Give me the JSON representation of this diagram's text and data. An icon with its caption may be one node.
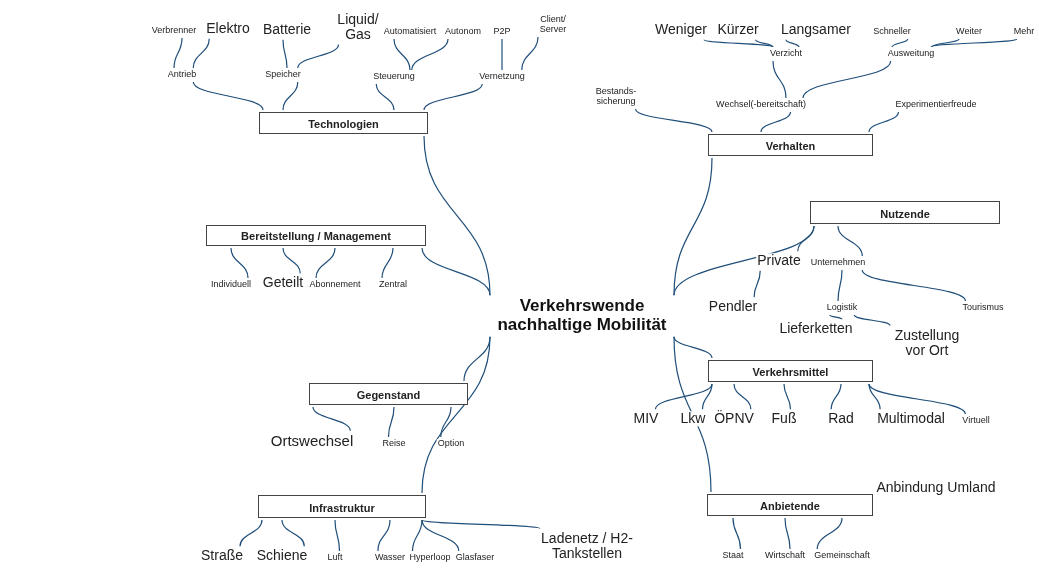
{
  "diagram": {
    "nodes": [
      {
        "text": [
          "Verkehrswende nachhaltige Mobilität"
        ]
      },
      {
        "text": [
          "Technologien"
        ]
      },
      {
        "text": [
          "Antrieb"
        ]
      },
      {
        "text": [
          "Verbrenner"
        ]
      },
      {
        "text": [
          "Elektro"
        ]
      },
      {
        "text": [
          "Speicher"
        ]
      },
      {
        "text": [
          "Batterie"
        ]
      },
      {
        "text": [
          "Liquid/ Gas"
        ]
      },
      {
        "text": [
          "Steuerung"
        ]
      },
      {
        "text": [
          "Automatisiert"
        ]
      },
      {
        "text": [
          "Autonom"
        ]
      },
      {
        "text": [
          "Vernetzung"
        ]
      },
      {
        "text": [
          "P2P"
        ]
      },
      {
        "text": [
          "Client/ Server"
        ]
      },
      {
        "text": [
          "Verhalten"
        ]
      },
      {
        "text": [
          "Bestands- sicherung"
        ]
      },
      {
        "text": [
          "Wechsel(-bereitschaft)"
        ]
      },
      {
        "text": [
          "Verzicht"
        ]
      },
      {
        "text": [
          "Weniger"
        ]
      },
      {
        "text": [
          "Kürzer"
        ]
      },
      {
        "text": [
          "Langsamer"
        ]
      },
      {
        "text": [
          "Ausweitung"
        ]
      },
      {
        "text": [
          "Schneller"
        ]
      },
      {
        "text": [
          "Weiter"
        ]
      },
      {
        "text": [
          "Mehr"
        ]
      },
      {
        "text": [
          "Experimentierfreude"
        ]
      },
      {
        "text": [
          "Nutzende"
        ]
      },
      {
        "text": [
          "Private"
        ]
      },
      {
        "text": [
          "Unternehmen"
        ]
      },
      {
        "text": [
          "Pendler"
        ]
      },
      {
        "text": [
          "Logistik"
        ]
      },
      {
        "text": [
          "Tourismus"
        ]
      },
      {
        "text": [
          "Lieferketten"
        ]
      },
      {
        "text": [
          "Zustellung vor Ort"
        ]
      },
      {
        "text": [
          "Verkehrsmittel"
        ]
      },
      {
        "text": [
          "MIV"
        ]
      },
      {
        "text": [
          "Lkw"
        ]
      },
      {
        "text": [
          "ÖPNV"
        ]
      },
      {
        "text": [
          "Fuß"
        ]
      },
      {
        "text": [
          "Rad"
        ]
      },
      {
        "text": [
          "Multimodal"
        ]
      },
      {
        "text": [
          "Virtuell"
        ]
      },
      {
        "text": [
          "Bereitstellung / Management"
        ]
      },
      {
        "text": [
          "Individuell"
        ]
      },
      {
        "text": [
          "Geteilt"
        ]
      },
      {
        "text": [
          "Abonnement"
        ]
      },
      {
        "text": [
          "Zentral"
        ]
      },
      {
        "text": [
          "Gegenstand"
        ]
      },
      {
        "text": [
          "Ortswechsel"
        ]
      },
      {
        "text": [
          "Reise"
        ]
      },
      {
        "text": [
          "Option"
        ]
      },
      {
        "text": [
          "Infrastruktur"
        ]
      },
      {
        "text": [
          "Straße"
        ]
      },
      {
        "text": [
          "Schiene"
        ]
      },
      {
        "text": [
          "Luft"
        ]
      },
      {
        "text": [
          "Wasser"
        ]
      },
      {
        "text": [
          "Hyperloop"
        ]
      },
      {
        "text": [
          "Glasfaser"
        ]
      },
      {
        "text": [
          "Ladenetz / H2- Tankstellen"
        ]
      },
      {
        "text": [
          "Anbietende"
        ]
      },
      {
        "text": [
          "Staat"
        ]
      },
      {
        "text": [
          "Wirtschaft"
        ]
      },
      {
        "text": [
          "Gemeinschaft"
        ]
      }
    ],
    "edges": [
      {
        "from": 0,
        "to": 1,
        "arrow": "none"
      },
      {
        "from": 1,
        "to": 2,
        "arrow": "none"
      },
      {
        "from": 2,
        "to": 3,
        "arrow": "none"
      },
      {
        "from": 2,
        "to": 4,
        "arrow": "none"
      },
      {
        "from": 1,
        "to": 5,
        "arrow": "none"
      },
      {
        "from": 5,
        "to": 6,
        "arrow": "none"
      },
      {
        "from": 5,
        "to": 7,
        "arrow": "none"
      },
      {
        "from": 1,
        "to": 8,
        "arrow": "none"
      },
      {
        "from": 8,
        "to": 9,
        "arrow": "none"
      },
      {
        "from": 8,
        "to": 10,
        "arrow": "none"
      },
      {
        "from": 1,
        "to": 11,
        "arrow": "none"
      },
      {
        "from": 11,
        "to": 12,
        "arrow": "none"
      },
      {
        "from": 11,
        "to": 13,
        "arrow": "none"
      },
      {
        "from": 0,
        "to": 14,
        "arrow": "none"
      },
      {
        "from": 14,
        "to": 15,
        "arrow": "none"
      },
      {
        "from": 14,
        "to": 16,
        "arrow": "none"
      },
      {
        "from": 16,
        "to": 17,
        "arrow": "none"
      },
      {
        "from": 17,
        "to": 18,
        "arrow": "none"
      },
      {
        "from": 17,
        "to": 19,
        "arrow": "none"
      },
      {
        "from": 17,
        "to": 20,
        "arrow": "none"
      },
      {
        "from": 16,
        "to": 21,
        "arrow": "none"
      },
      {
        "from": 21,
        "to": 22,
        "arrow": "none"
      },
      {
        "from": 21,
        "to": 23,
        "arrow": "none"
      },
      {
        "from": 21,
        "to": 24,
        "arrow": "none"
      },
      {
        "from": 14,
        "to": 25,
        "arrow": "none"
      },
      {
        "from": 0,
        "to": 26,
        "arrow": "none"
      },
      {
        "from": 26,
        "to": 27,
        "arrow": "none"
      },
      {
        "from": 26,
        "to": 28,
        "arrow": "none"
      },
      {
        "from": 27,
        "to": 29,
        "arrow": "none"
      },
      {
        "from": 28,
        "to": 30,
        "arrow": "none"
      },
      {
        "from": 28,
        "to": 31,
        "arrow": "none"
      },
      {
        "from": 30,
        "to": 32,
        "arrow": "none"
      },
      {
        "from": 30,
        "to": 33,
        "arrow": "none"
      },
      {
        "from": 0,
        "to": 34,
        "arrow": "none"
      },
      {
        "from": 34,
        "to": 35,
        "arrow": "none"
      },
      {
        "from": 34,
        "to": 36,
        "arrow": "none"
      },
      {
        "from": 34,
        "to": 37,
        "arrow": "none"
      },
      {
        "from": 34,
        "to": 38,
        "arrow": "none"
      },
      {
        "from": 34,
        "to": 39,
        "arrow": "none"
      },
      {
        "from": 34,
        "to": 40,
        "arrow": "none"
      },
      {
        "from": 34,
        "to": 41,
        "arrow": "none"
      },
      {
        "from": 0,
        "to": 42,
        "arrow": "none"
      },
      {
        "from": 42,
        "to": 43,
        "arrow": "none"
      },
      {
        "from": 42,
        "to": 44,
        "arrow": "none"
      },
      {
        "from": 42,
        "to": 45,
        "arrow": "none"
      },
      {
        "from": 42,
        "to": 46,
        "arrow": "none"
      },
      {
        "from": 0,
        "to": 47,
        "arrow": "none"
      },
      {
        "from": 47,
        "to": 48,
        "arrow": "none"
      },
      {
        "from": 47,
        "to": 49,
        "arrow": "none"
      },
      {
        "from": 47,
        "to": 50,
        "arrow": "none"
      },
      {
        "from": 0,
        "to": 51,
        "arrow": "none"
      },
      {
        "from": 51,
        "to": 52,
        "arrow": "none"
      },
      {
        "from": 51,
        "to": 53,
        "arrow": "none"
      },
      {
        "from": 51,
        "to": 54,
        "arrow": "none"
      },
      {
        "from": 51,
        "to": 55,
        "arrow": "none"
      },
      {
        "from": 51,
        "to": 56,
        "arrow": "none"
      },
      {
        "from": 51,
        "to": 57,
        "arrow": "none"
      },
      {
        "from": 51,
        "to": 58,
        "arrow": "none"
      },
      {
        "from": 0,
        "to": 59,
        "arrow": "none"
      },
      {
        "from": 59,
        "to": 60,
        "arrow": "none"
      },
      {
        "from": 59,
        "to": 61,
        "arrow": "none"
      },
      {
        "from": 59,
        "to": 62,
        "arrow": "none"
      }
    ],
    "labels": [
      "Anbindung Umland"
    ]
  }
}
